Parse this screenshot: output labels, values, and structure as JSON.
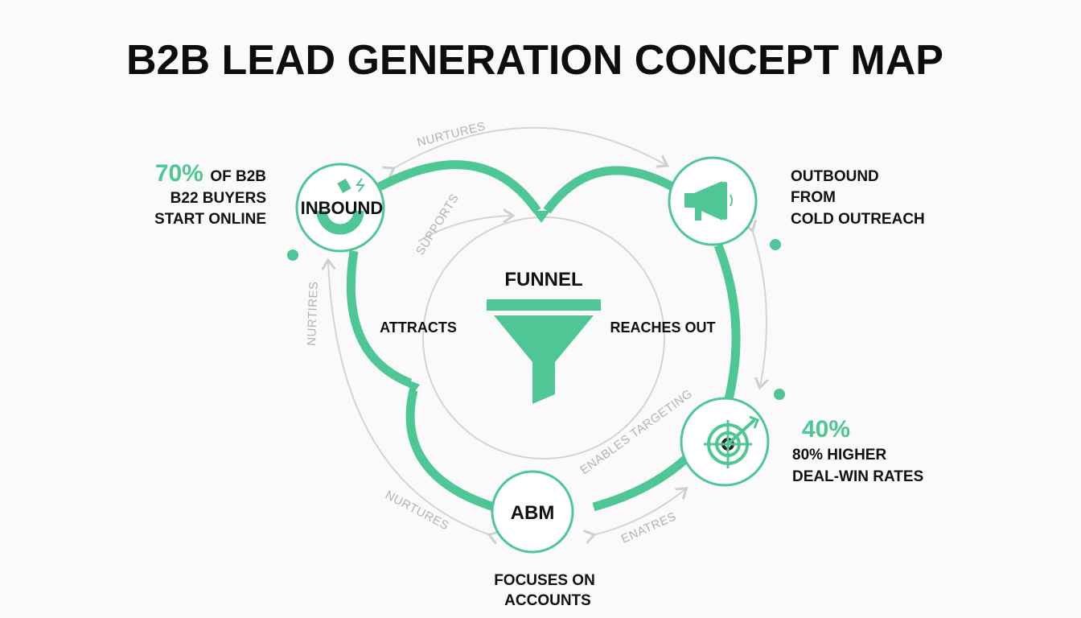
{
  "title": "B2B LEAD GENERATION CONCEPT MAP",
  "colors": {
    "accent": "#4fc696",
    "text": "#111111",
    "connector": "#cfcfcf"
  },
  "nodes": {
    "inbound": {
      "label": "INBOUND",
      "icon": "magnet-icon"
    },
    "outbound": {
      "icon": "megaphone-icon"
    },
    "target": {
      "icon": "target-arrow-icon"
    },
    "abm": {
      "label": "ABM"
    },
    "funnel": {
      "label": "FUNNEL",
      "icon": "funnel-icon"
    }
  },
  "stats": {
    "inbound": {
      "highlight": "70%",
      "line1": "OF B2B",
      "line2": "B22 BUYERS",
      "line3": "START ONLINE"
    },
    "outbound": {
      "line1": "OUTBOUND",
      "line2": "FROM",
      "line3": "COLD OUTREACH"
    },
    "target": {
      "highlight": "40%",
      "line1": "80% HIGHER",
      "line2": "DEAL-WIN RATES"
    },
    "abm": {
      "line1": "FOCUSES ON",
      "line2": "ACCOUNTS"
    }
  },
  "relations": {
    "attracts": "ATTRACTS",
    "reaches_out": "REACHES OUT",
    "nurtures_top": "NURTURES",
    "supports": "SUPPORTS",
    "nurtures_left": "NURTIRES",
    "nurtures_bottom": "NURTURES",
    "enables_targeting": "ENABLES TARGETING",
    "enatres": "ENATRES"
  }
}
